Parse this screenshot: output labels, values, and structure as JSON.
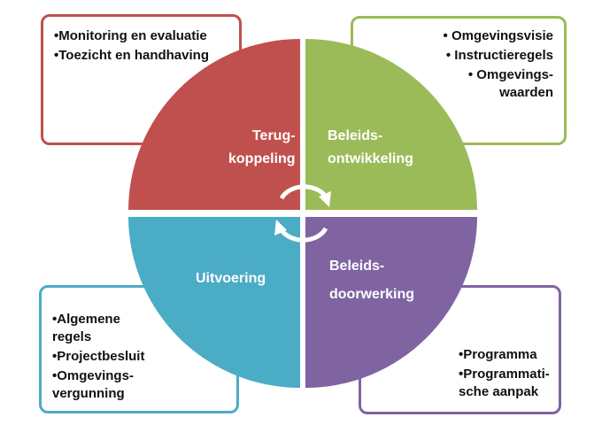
{
  "boxes": {
    "top_left": [
      "•Monitoring en evaluatie",
      "•Toezicht en handhaving"
    ],
    "top_right": [
      "• Omgevingsvisie",
      "• Instructieregels",
      "• Omgevings-waarden"
    ],
    "bottom_left": [
      "•Algemene regels",
      "•Projectbesluit",
      "•Omgevings-vergunning"
    ],
    "bottom_right": [
      "•Programma",
      "•Programmati-sche aanpak"
    ]
  },
  "quadrants": {
    "top_left": {
      "line1": "Terug-",
      "line2": "koppeling"
    },
    "top_right": {
      "line1": "Beleids-",
      "line2": "ontwikkeling"
    },
    "bottom_left": {
      "line1": "Uitvoering",
      "line2": ""
    },
    "bottom_right": {
      "line1": "Beleids-",
      "line2": "doorwerking"
    }
  },
  "colors": {
    "red": "#c0504d",
    "green": "#9bbb59",
    "blue": "#4bacc6",
    "purple": "#8064a2"
  },
  "icons": [
    "cycle-arrows-icon"
  ]
}
